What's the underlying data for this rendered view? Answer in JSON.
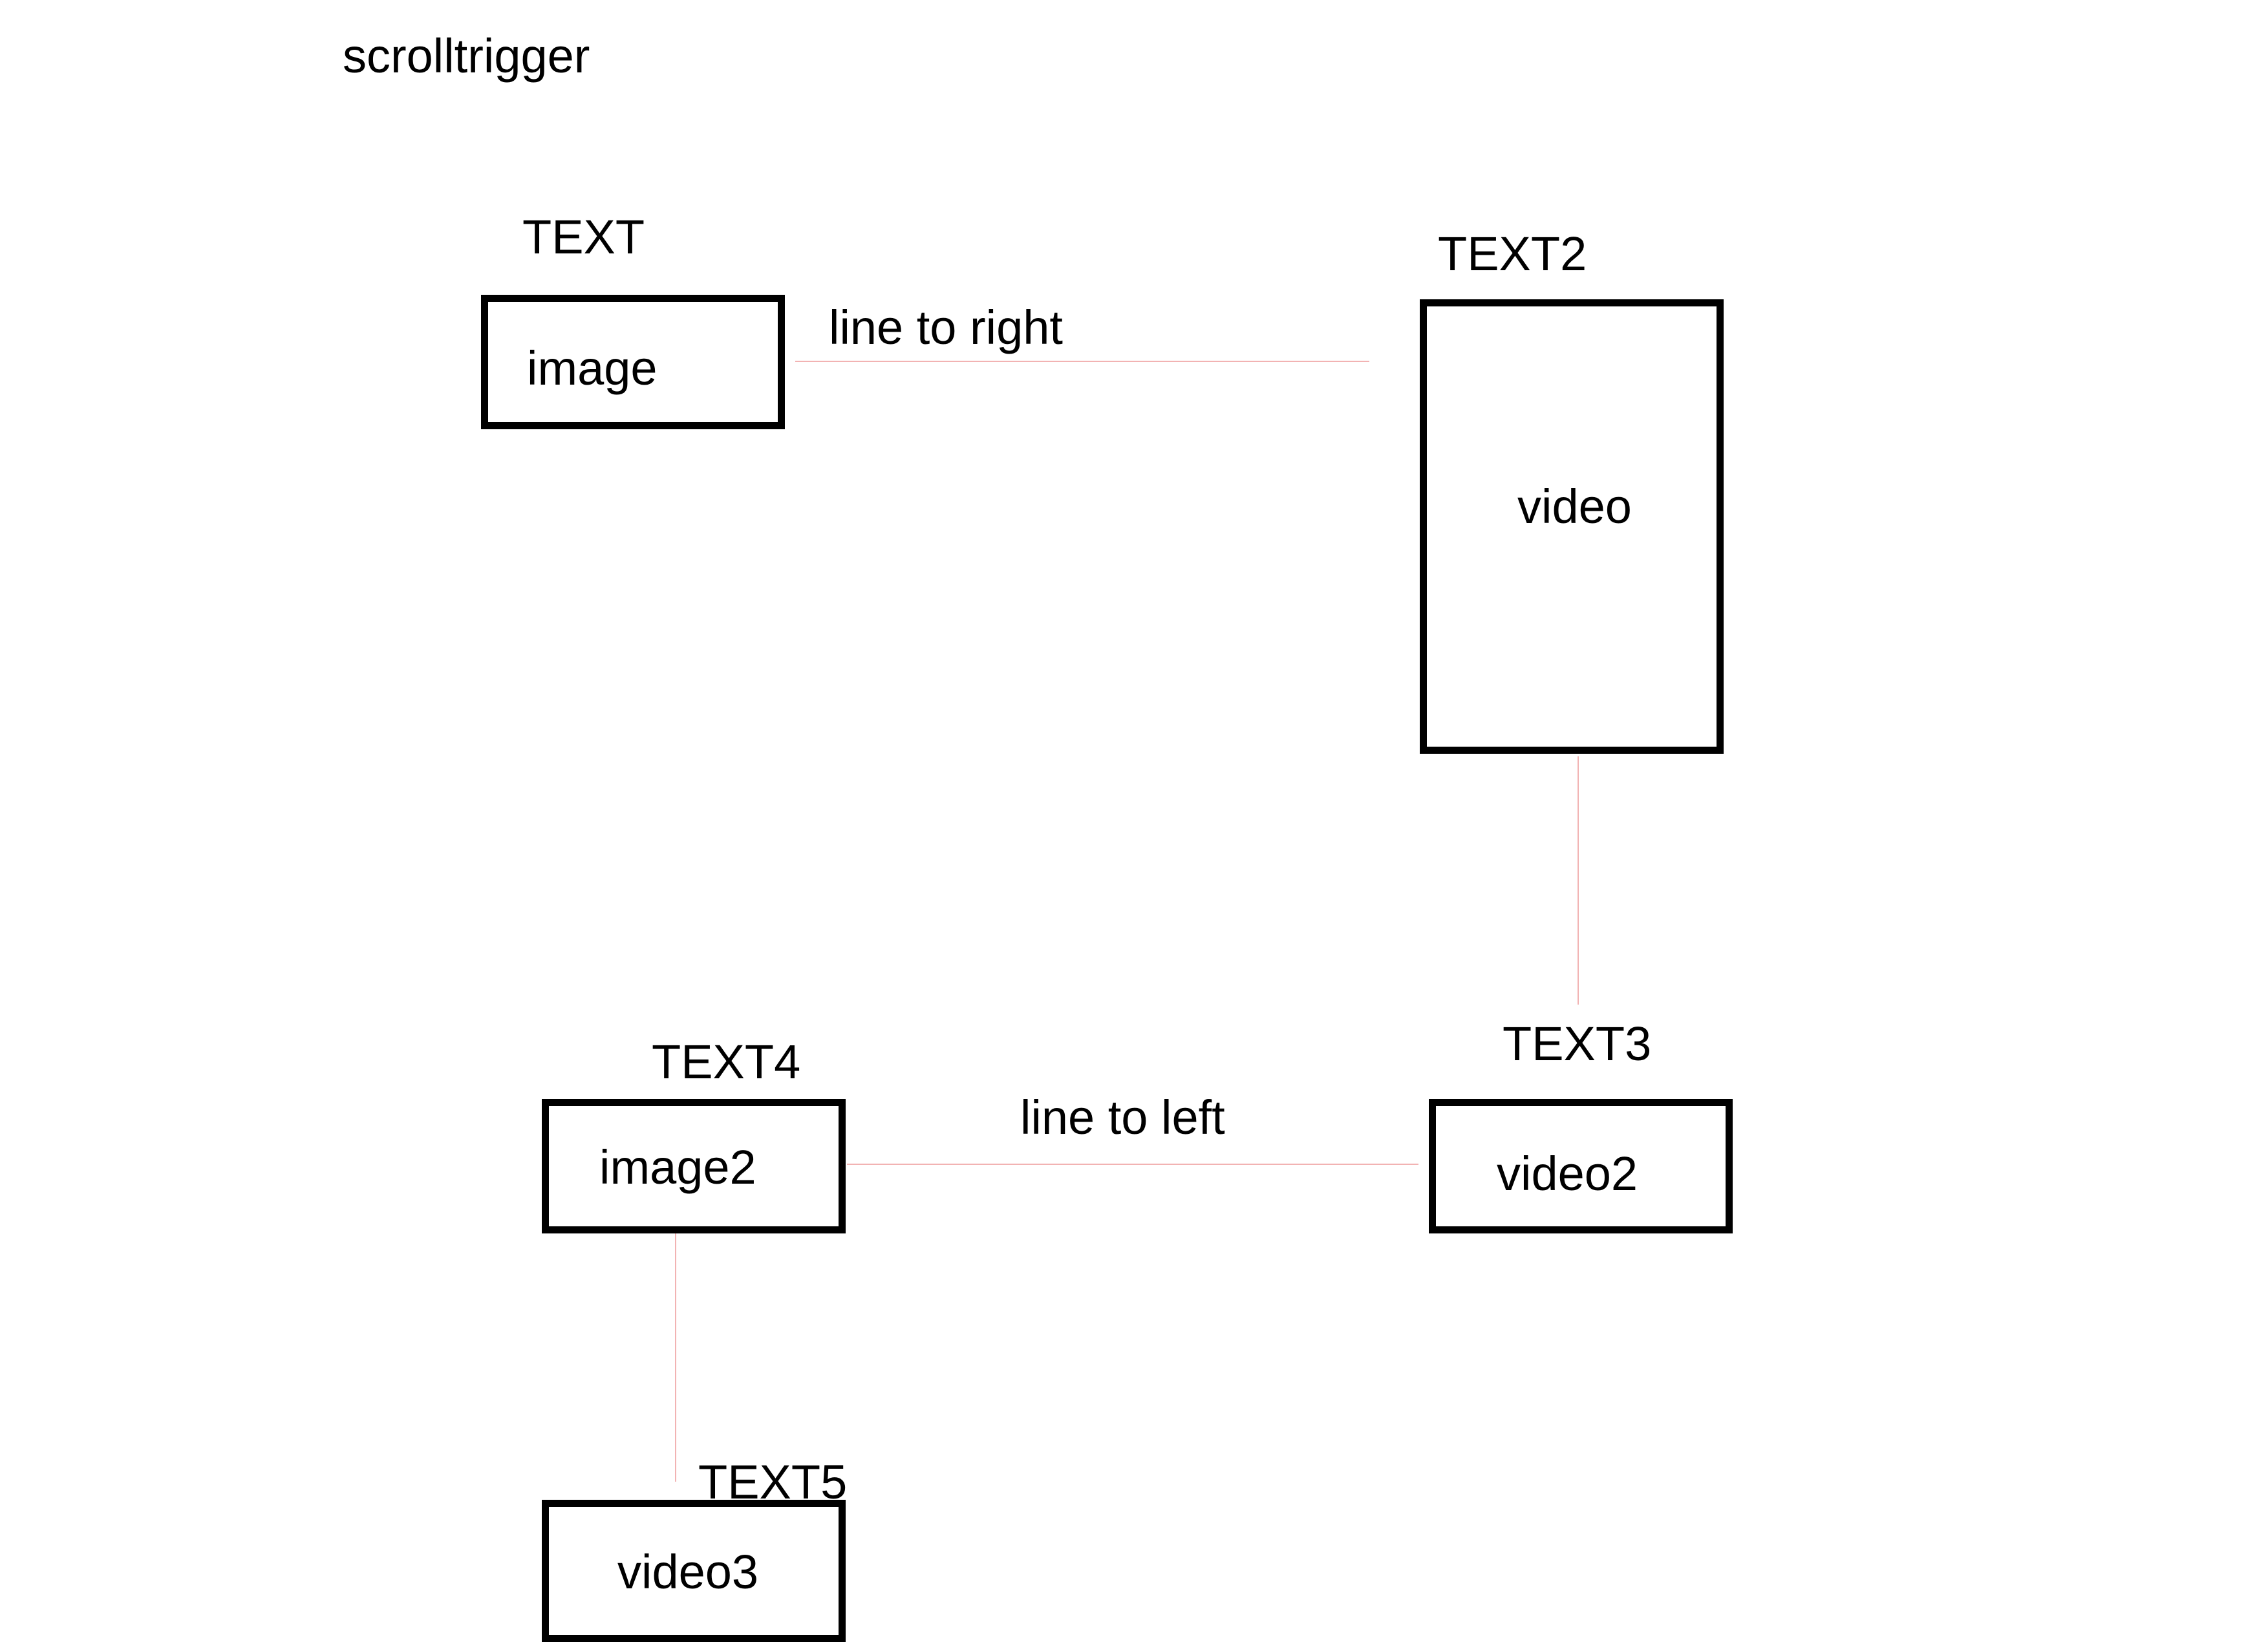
{
  "title": "scrolltrigger",
  "colors": {
    "box_border": "#000000",
    "connector": "#f2b3b3",
    "background": "#ffffff"
  },
  "nodes": {
    "image": {
      "heading": "TEXT",
      "label": "image"
    },
    "video": {
      "heading": "TEXT2",
      "label": "video"
    },
    "video2": {
      "heading": "TEXT3",
      "label": "video2"
    },
    "image2": {
      "heading": "TEXT4",
      "label": "image2"
    },
    "video3": {
      "heading": "TEXT5",
      "label": "video3"
    }
  },
  "edges": {
    "image_to_video": {
      "label": "line to right"
    },
    "video2_to_image2": {
      "label": "line to left"
    }
  }
}
